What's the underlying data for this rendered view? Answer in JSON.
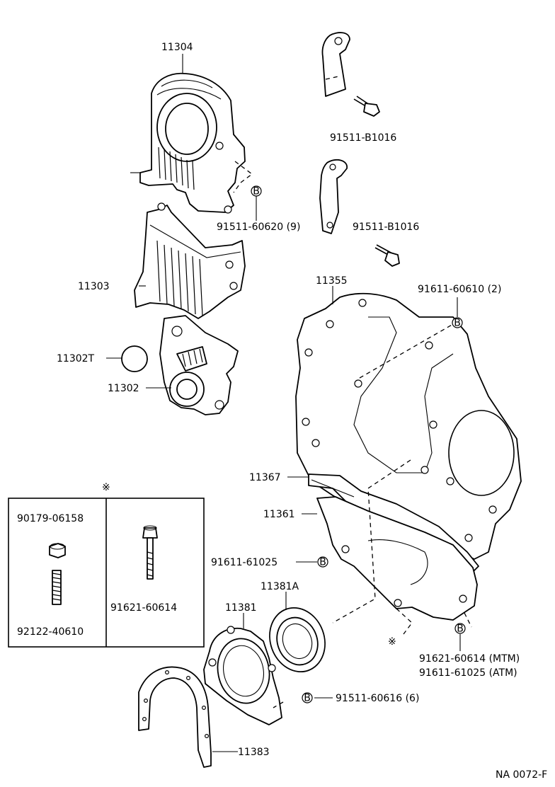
{
  "labels": {
    "p11304": "11304",
    "p11303": "11303",
    "p11302T": "11302T",
    "p11302": "11302",
    "bolt_b1016_a": "91511-B1016",
    "bolt_b1016_b": "91511-B1016",
    "bolt_60620": "91511-60620 (9)",
    "p11355": "11355",
    "bolt_60610": "91611-60610 (2)",
    "p11367": "11367",
    "p11361": "11361",
    "bolt_61025": "91611-61025",
    "p11381A": "11381A",
    "p11381": "11381",
    "bolt_mtm": "91621-60614 (MTM)",
    "bolt_atm": "91611-61025 (ATM)",
    "bolt_60616": "91511-60616 (6)",
    "p11383": "11383",
    "box_nut": "90179-06158",
    "box_stud": "92122-40610",
    "box_bolt": "91621-60614",
    "note_mark_top": "※",
    "note_mark_bottom": "※",
    "ref_code": "NA 0072-F"
  },
  "badge_letter": "B"
}
